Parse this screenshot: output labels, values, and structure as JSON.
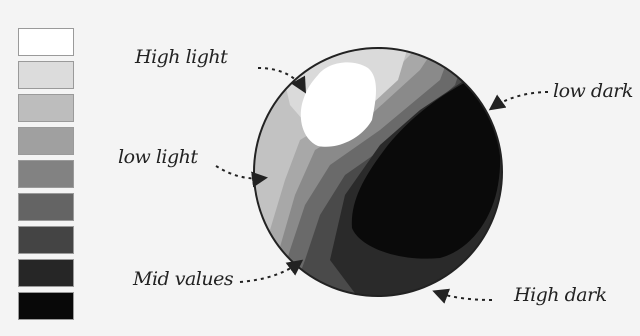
{
  "value_scale": {
    "swatches": [
      {
        "name": "swatch-white",
        "color": "#ffffff"
      },
      {
        "name": "swatch-very-light",
        "color": "#dcdcdc"
      },
      {
        "name": "swatch-light",
        "color": "#bdbdbd"
      },
      {
        "name": "swatch-light-mid",
        "color": "#a0a0a0"
      },
      {
        "name": "swatch-mid",
        "color": "#828282"
      },
      {
        "name": "swatch-dark-mid",
        "color": "#646464"
      },
      {
        "name": "swatch-dark",
        "color": "#444444"
      },
      {
        "name": "swatch-very-dark",
        "color": "#262626"
      },
      {
        "name": "swatch-black",
        "color": "#080808"
      }
    ]
  },
  "labels": {
    "high_light": "High light",
    "low_light": "low light",
    "mid_values": "Mid values",
    "low_dark": "low dark",
    "high_dark": "High dark"
  }
}
